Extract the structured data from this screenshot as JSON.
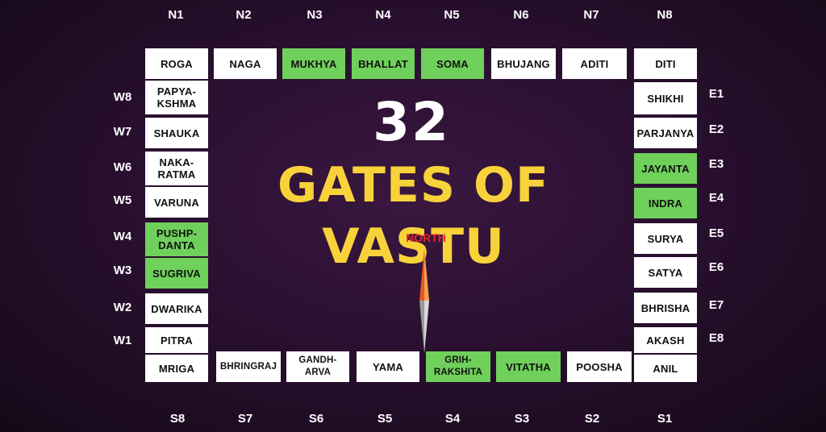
{
  "title": {
    "number": "32",
    "text": "GATES OF VASTU"
  },
  "compass": {
    "label": "NORTH"
  },
  "labels": {
    "north": [
      "N1",
      "N2",
      "N3",
      "N4",
      "N5",
      "N6",
      "N7",
      "N8"
    ],
    "south": [
      "S8",
      "S7",
      "S6",
      "S5",
      "S4",
      "S3",
      "S2",
      "S1"
    ],
    "west": [
      "W8",
      "W7",
      "W6",
      "W5",
      "W4",
      "W3",
      "W2",
      "W1"
    ],
    "east": [
      "E1",
      "E2",
      "E3",
      "E4",
      "E5",
      "E6",
      "E7",
      "E8"
    ]
  },
  "gates": {
    "north": [
      "ROGA",
      "NAGA",
      "MUKHYA",
      "BHALLAT",
      "SOMA",
      "BHUJANG",
      "ADITI",
      "DITI"
    ],
    "west": [
      "PAPYA-\nKSHMA",
      "SHAUKA",
      "NAKA-\nRATMA",
      "VARUNA",
      "PUSHP-\nDANTA",
      "SUGRIVA",
      "DWARIKA",
      "PITRA"
    ],
    "east": [
      "SHIKHI",
      "PARJANYA",
      "JAYANTA",
      "INDRA",
      "SURYA",
      "SATYA",
      "BHRISHA",
      "AKASH"
    ],
    "south": [
      "MRIGA",
      "BHRINGRAJ",
      "GANDH-\nARVA",
      "YAMA",
      "GRIH-\nRAKSHITA",
      "VITATHA",
      "POOSHA",
      "ANIL"
    ]
  },
  "highlight_color": "#6fd05b",
  "highlighted_gates": [
    "MUKHYA",
    "BHALLAT",
    "SOMA",
    "SUGRIVA",
    "PUSHP-\nDANTA",
    "JAYANTA",
    "INDRA",
    "GRIH-\nRAKSHITA",
    "VITATHA"
  ]
}
